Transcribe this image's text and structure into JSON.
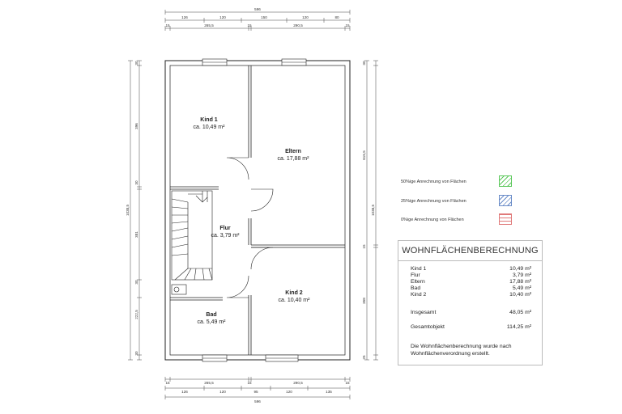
{
  "dimensions": {
    "top_total": "596",
    "top_row1": [
      "126",
      "120",
      "150",
      "120",
      "80"
    ],
    "top_row2": [
      "15",
      "265,5",
      "15",
      "290,5",
      "15"
    ],
    "bottom_total": "596",
    "bottom_row1": [
      "126",
      "120",
      "95",
      "120",
      "135"
    ],
    "bottom_row2": [
      "15",
      "265,5",
      "15",
      "290,5",
      "15"
    ],
    "left_total": "1038,5",
    "left_parts": [
      "30",
      "396",
      "30",
      "381",
      "30",
      "222,5",
      "30"
    ],
    "right_total": "1038,5",
    "right_parts": [
      "30",
      "615,5",
      "15",
      "358",
      "25"
    ]
  },
  "rooms": {
    "kind1": {
      "name": "Kind 1",
      "area": "ca. 10,49 m²"
    },
    "eltern": {
      "name": "Eltern",
      "area": "ca. 17,88 m²"
    },
    "flur": {
      "name": "Flur",
      "area": "ca. 3,79 m²"
    },
    "bad": {
      "name": "Bad",
      "area": "ca. 5,49 m²"
    },
    "kind2": {
      "name": "Kind 2",
      "area": "ca. 10,40 m²"
    }
  },
  "legend": [
    {
      "label": "50%ige Anrechnung von Flächen",
      "color": "#5cc85c"
    },
    {
      "label": "25%ige Anrechnung von Flächen",
      "color": "#6a8cc8"
    },
    {
      "label": "0%ige Anrechnung von Flächen",
      "color": "#e07a7a"
    }
  ],
  "calc": {
    "title": "WOHNFLÄCHENBERECHNUNG",
    "rows": [
      {
        "name": "Kind 1",
        "value": "10,49 m²"
      },
      {
        "name": "Flur",
        "value": "3,79 m²"
      },
      {
        "name": "Eltern",
        "value": "17,88 m²"
      },
      {
        "name": "Bad",
        "value": "5,49 m²"
      },
      {
        "name": "Kind 2",
        "value": "10,40 m²"
      }
    ],
    "total_label": "Insgesamt",
    "total_value": "48,05 m²",
    "object_label": "Gesamtobjekt",
    "object_value": "114,25 m²",
    "note": "Die Wohnflächenberechnung wurde nach Wohnflächenverordnung erstellt."
  }
}
